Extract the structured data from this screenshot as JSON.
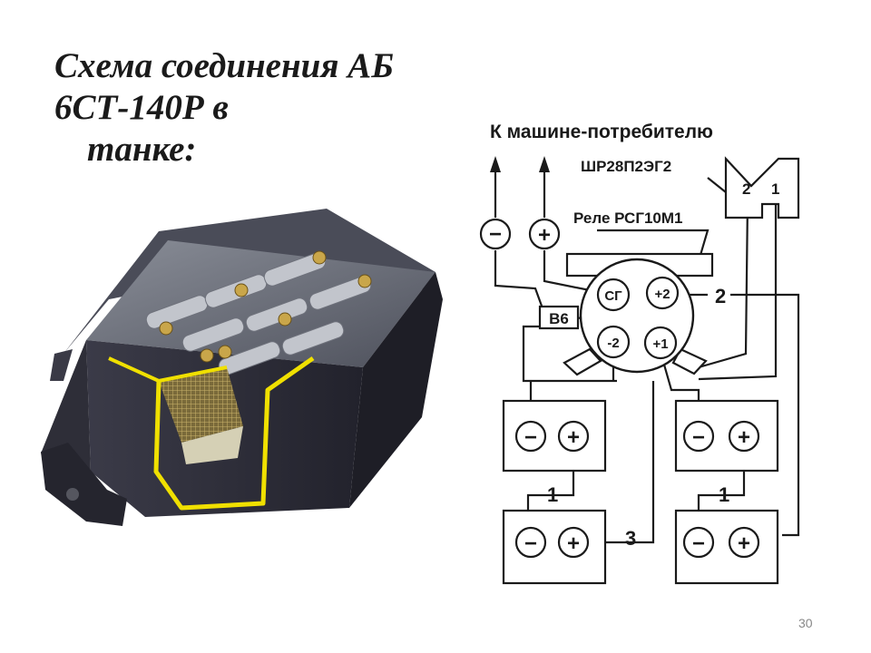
{
  "slide": {
    "title_line1": "Схема соединения АБ 6СТ-140Р в",
    "title_line2": "танке:",
    "page_number": "30"
  },
  "diagram": {
    "top_label": "К машине-потребителю",
    "connector_label": "ШР28П2ЭГ2",
    "relay_label": "Реле РСГ10М1",
    "switch_label": "В6",
    "out_minus": "−",
    "out_plus": "+",
    "connector_pins": [
      "2",
      "1"
    ],
    "relay_terminals": [
      "СГ",
      "+2",
      "-2",
      "+1"
    ],
    "wire_labels": [
      "2",
      "1",
      "1",
      "3"
    ],
    "battery_terminals": {
      "minus": "−",
      "plus": "+"
    },
    "colors": {
      "line": "#1a1a1a",
      "wire_highlight": "#f0e000",
      "battery_body": "#2a2a36"
    }
  }
}
